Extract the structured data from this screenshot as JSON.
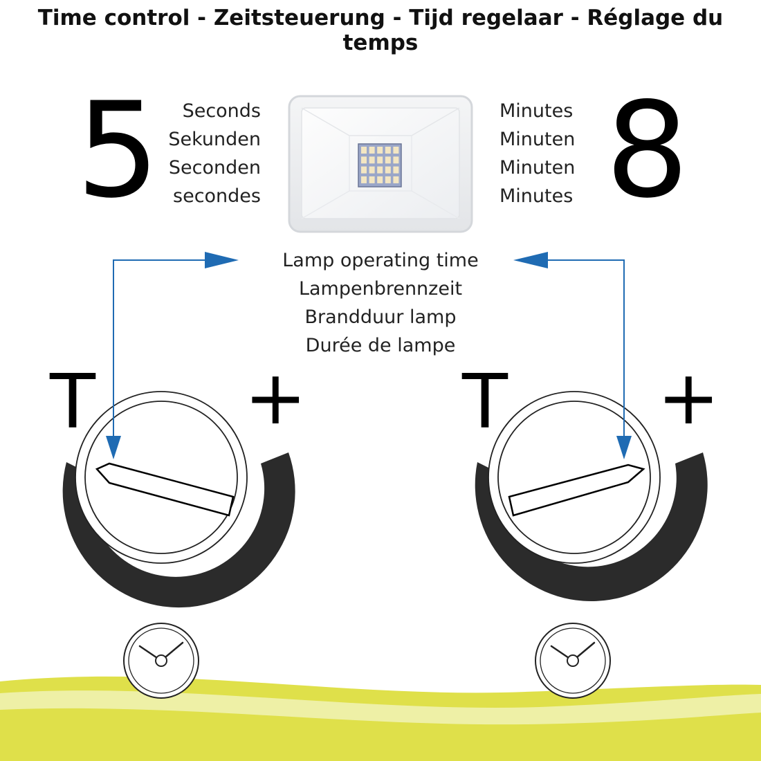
{
  "title": "Time control - Zeitsteuerung - Tijd regelaar - Réglage du temps",
  "min_setting": {
    "value": "5",
    "units": [
      "Seconds",
      "Sekunden",
      "Seconden",
      "secondes"
    ]
  },
  "max_setting": {
    "value": "8",
    "units": [
      "Minutes",
      "Minuten",
      "Minuten",
      "Minutes"
    ]
  },
  "operating_time": [
    "Lamp operating time",
    "Lampenbrennzeit",
    "Brandduur lamp",
    "Durée de lampe"
  ],
  "dial_labels": {
    "left_symbol": "T",
    "right_symbol": "+"
  },
  "colors": {
    "arrow": "#1f6bb3",
    "arc": "#2b2b2b",
    "wave_bright": "#dfe04a",
    "wave_pale": "#eef0a6",
    "led": "#9aa6c8"
  },
  "icons": [
    "floodlight-icon",
    "clock-icon"
  ]
}
